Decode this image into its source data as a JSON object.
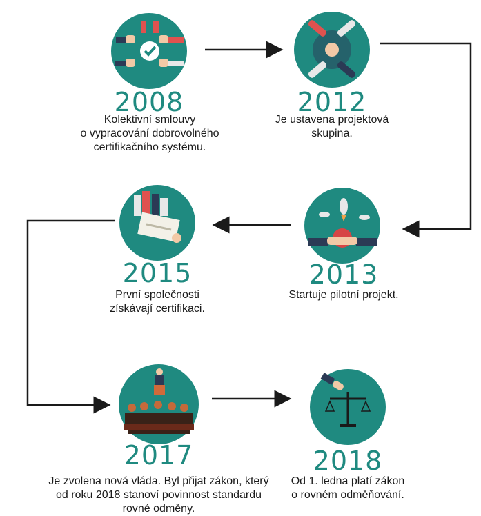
{
  "nodes": [
    {
      "year": "2008",
      "desc": "Kolektivní smlouvy\no vypracování dobrovolného\ncertifikačního systému.",
      "icon": "thumbs-up-check-icon"
    },
    {
      "year": "2012",
      "desc": "Je ustavena projektová\nskupina.",
      "icon": "team-hands-icon"
    },
    {
      "year": "2013",
      "desc": "Startuje pilotní projekt.",
      "icon": "rocket-handshake-icon"
    },
    {
      "year": "2015",
      "desc": "První společnosti\nzískávají certifikaci.",
      "icon": "certificate-icon"
    },
    {
      "year": "2017",
      "desc": "Je zvolena nová vláda. Byl přijat zákon, který\nod roku 2018 stanoví povinnost standardu\nrovné odměny.",
      "icon": "parliament-speaker-icon"
    },
    {
      "year": "2018",
      "desc": "Od 1. ledna platí zákon\no rovném odměňování.",
      "icon": "scales-icon"
    }
  ],
  "colors": {
    "circle": "#1f8a80",
    "year": "#1f8a80",
    "text": "#1a1a1a",
    "arrow": "#1a1a1a"
  }
}
